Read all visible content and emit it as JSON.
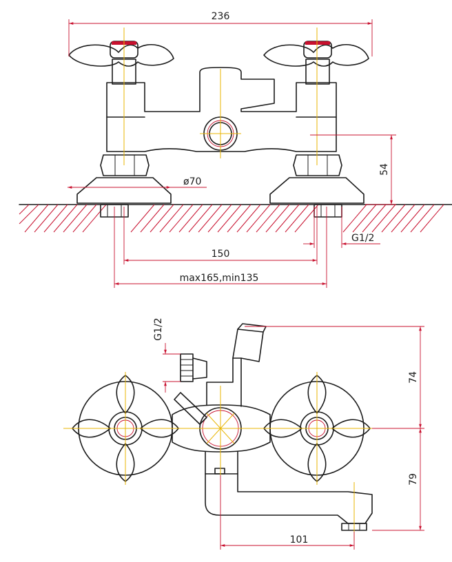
{
  "top_view": {
    "dim_width": "236",
    "dim_base_dia": "ø70",
    "dim_height": "54",
    "dim_connection": "G1/2",
    "dim_center": "150",
    "dim_range": "max165,min135"
  },
  "bottom_view": {
    "dim_connection": "G1/2",
    "dim_upper": "74",
    "dim_lower": "79",
    "dim_spout": "101"
  },
  "colors": {
    "dimension": "#c8102e",
    "centerline": "#e8b400",
    "outline": "#1a1a1a"
  }
}
